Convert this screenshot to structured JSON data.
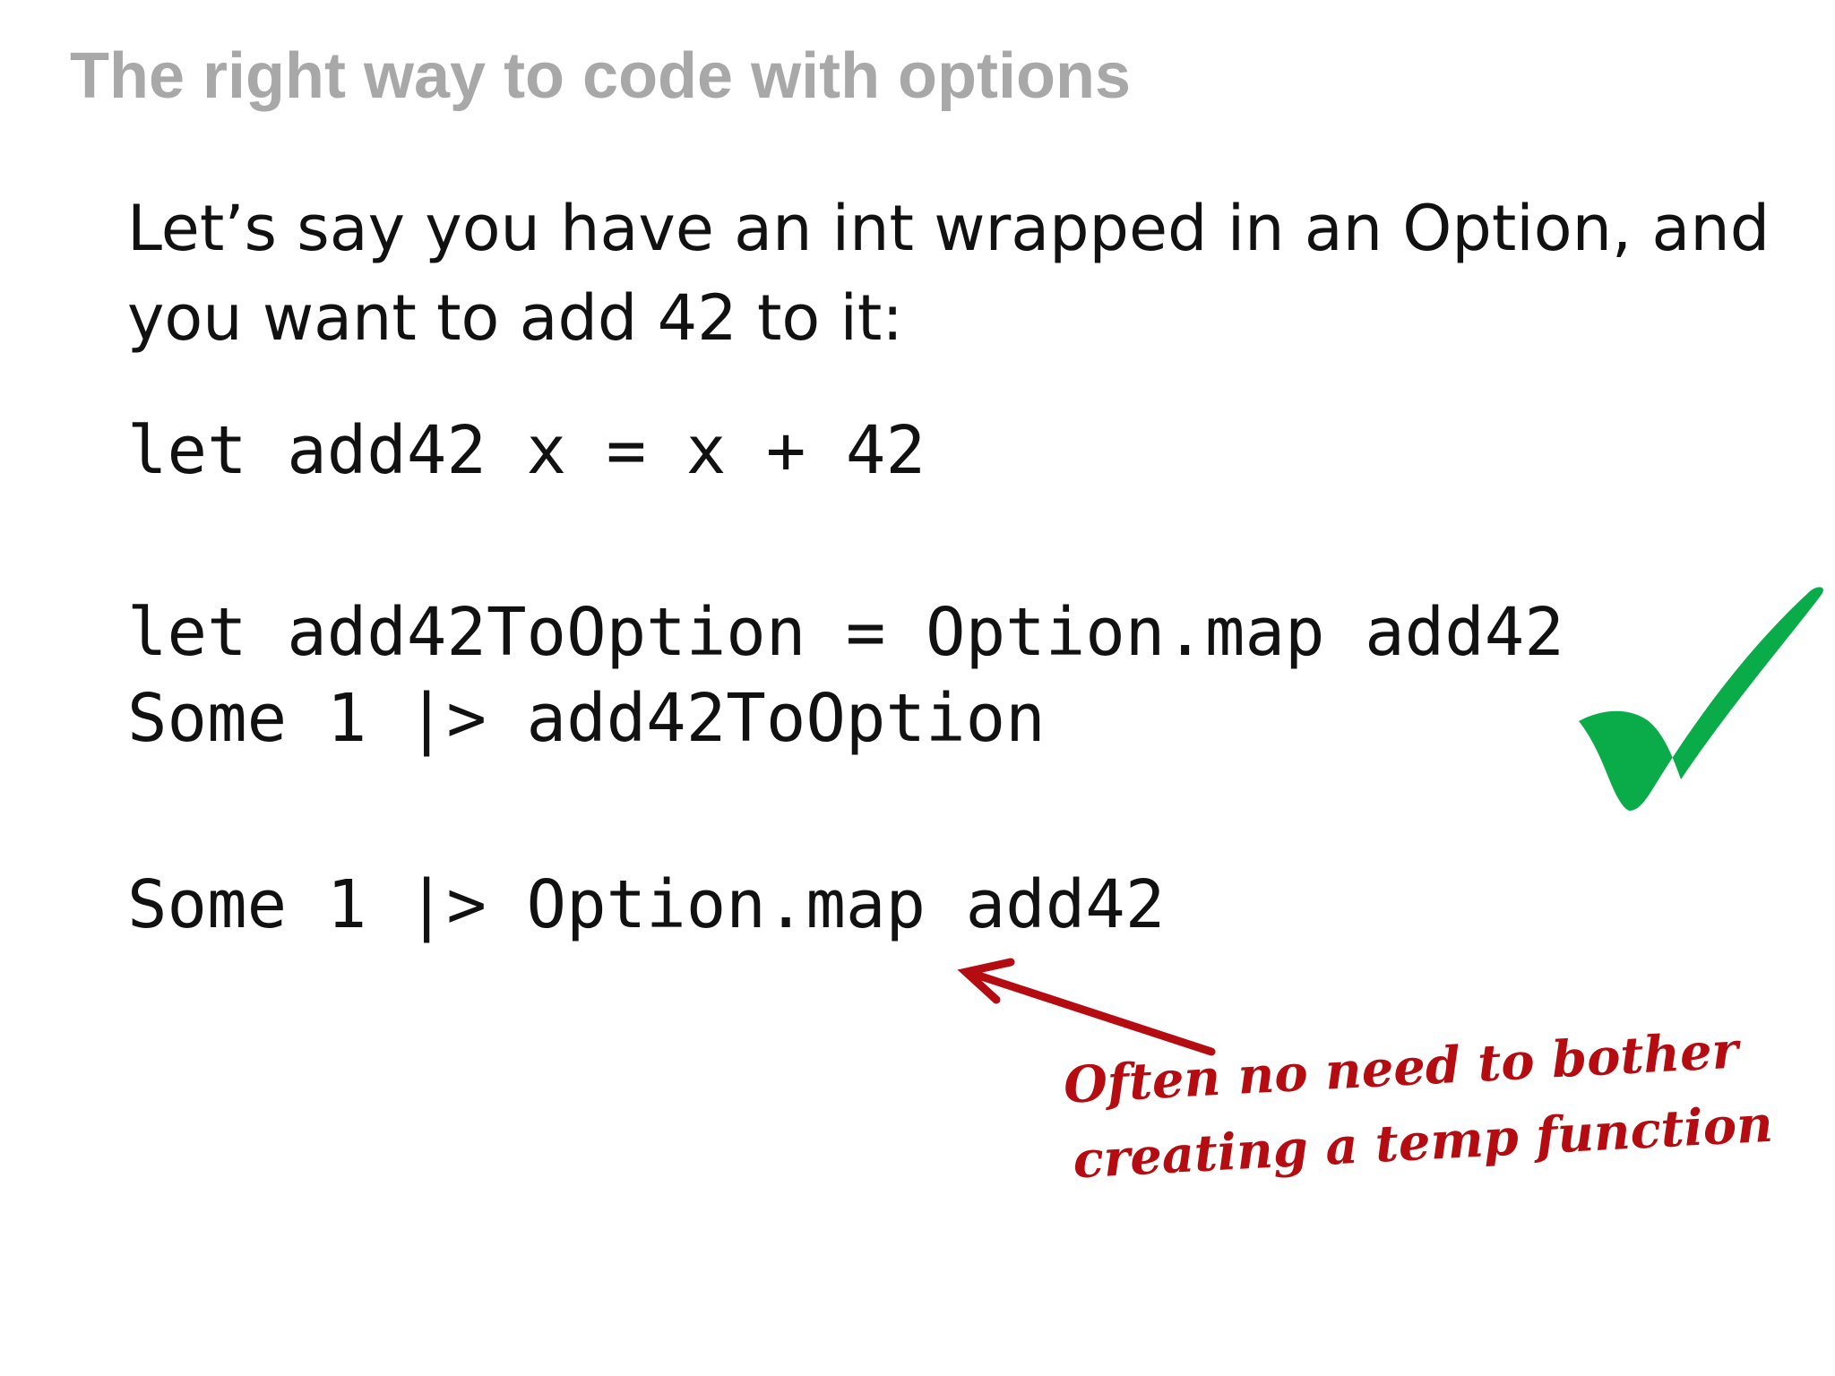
{
  "slide": {
    "title": "The right way to code with options",
    "intro": {
      "line1": "Let’s say you have an int wrapped in an Option, and",
      "line2": "you want to add 42 to it:"
    },
    "code": {
      "line1": "let add42 x = x + 42",
      "line2": "let add42ToOption = Option.map add42",
      "line3": "Some 1 |> add42ToOption",
      "line4": "Some 1 |> Option.map add42"
    },
    "annotation": {
      "line1": "Often no need to bother",
      "line2": "creating a temp function"
    },
    "icons": {
      "checkmark": "checkmark-icon",
      "arrow": "arrow-icon"
    },
    "colors": {
      "title": "#a8a8a8",
      "text": "#111111",
      "checkmark": "#0aac4a",
      "annotation": "#b50c12"
    }
  }
}
